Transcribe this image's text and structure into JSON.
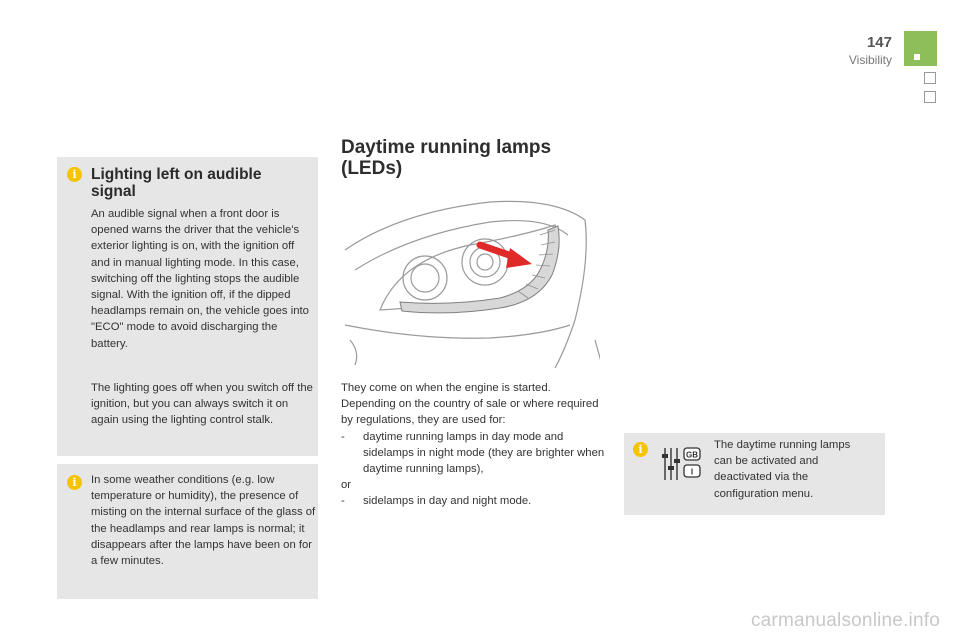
{
  "header": {
    "page_number": "147",
    "section": "Visibility"
  },
  "panel_lighting": {
    "title": "Lighting left on audible signal",
    "para1": "An audible signal when a front door is opened warns the driver that the vehicle's exterior lighting is on, with the ignition off and in manual lighting mode. In this case, switching off the lighting stops the audible signal. With the ignition off, if the dipped headlamps remain on, the vehicle goes into \"ECO\" mode to avoid discharging the battery.",
    "para2": "The lighting goes off when you switch off the ignition, but you can always switch it on again using the lighting control stalk."
  },
  "panel_weather": {
    "text": "In some weather conditions (e.g. low temperature or humidity), the presence of misting on the internal surface of the glass of the headlamps and rear lamps is normal; it disappears after the lamps have been on for a few minutes."
  },
  "main": {
    "title": "Daytime running lamps (LEDs)",
    "intro": "They come on when the engine is started. Depending on the country of sale or where required by regulations, they are used for:",
    "bullet1": "daytime running lamps in day mode and sidelamps in night mode (they are brighter when daytime running lamps),",
    "or": "or",
    "bullet2": "sidelamps in day and night mode.",
    "dash": "-"
  },
  "panel_config": {
    "text": "The daytime running lamps can be activated and deactivated via the configuration menu.",
    "badge_top": "GB",
    "badge_bottom": "I"
  },
  "info_icon_glyph": "i",
  "watermark": "carmanualsonline.info",
  "colors": {
    "accent_green": "#8dbe5a",
    "info_yellow": "#f5c400",
    "panel_grey": "#e6e6e6",
    "arrow_red": "#e02a2a"
  }
}
